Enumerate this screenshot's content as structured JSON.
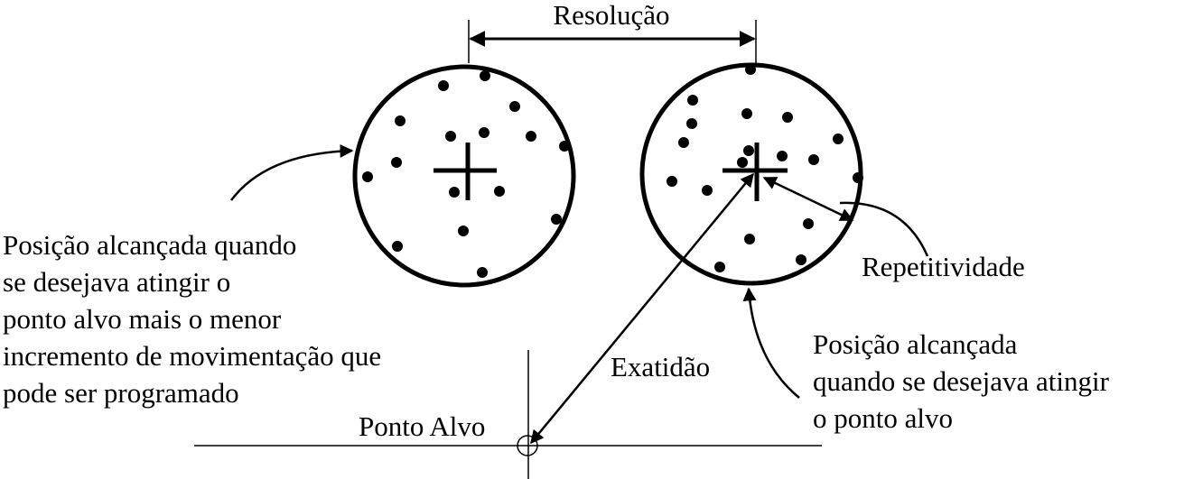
{
  "labels": {
    "resolution": "Resolução",
    "left_caption": [
      "Posição alcançada quando",
      "se desejava atingir o",
      "ponto alvo mais o menor",
      "incremento de movimentação que",
      "pode ser programado"
    ],
    "repeatability": "Repetitividade",
    "right_caption": [
      "Posição alcançada",
      "quando se desejava atingir",
      "o ponto alvo"
    ],
    "accuracy": "Exatidão",
    "target_point": "Ponto Alvo"
  },
  "colors": {
    "ink": "#000000",
    "background": "#ffffff"
  }
}
